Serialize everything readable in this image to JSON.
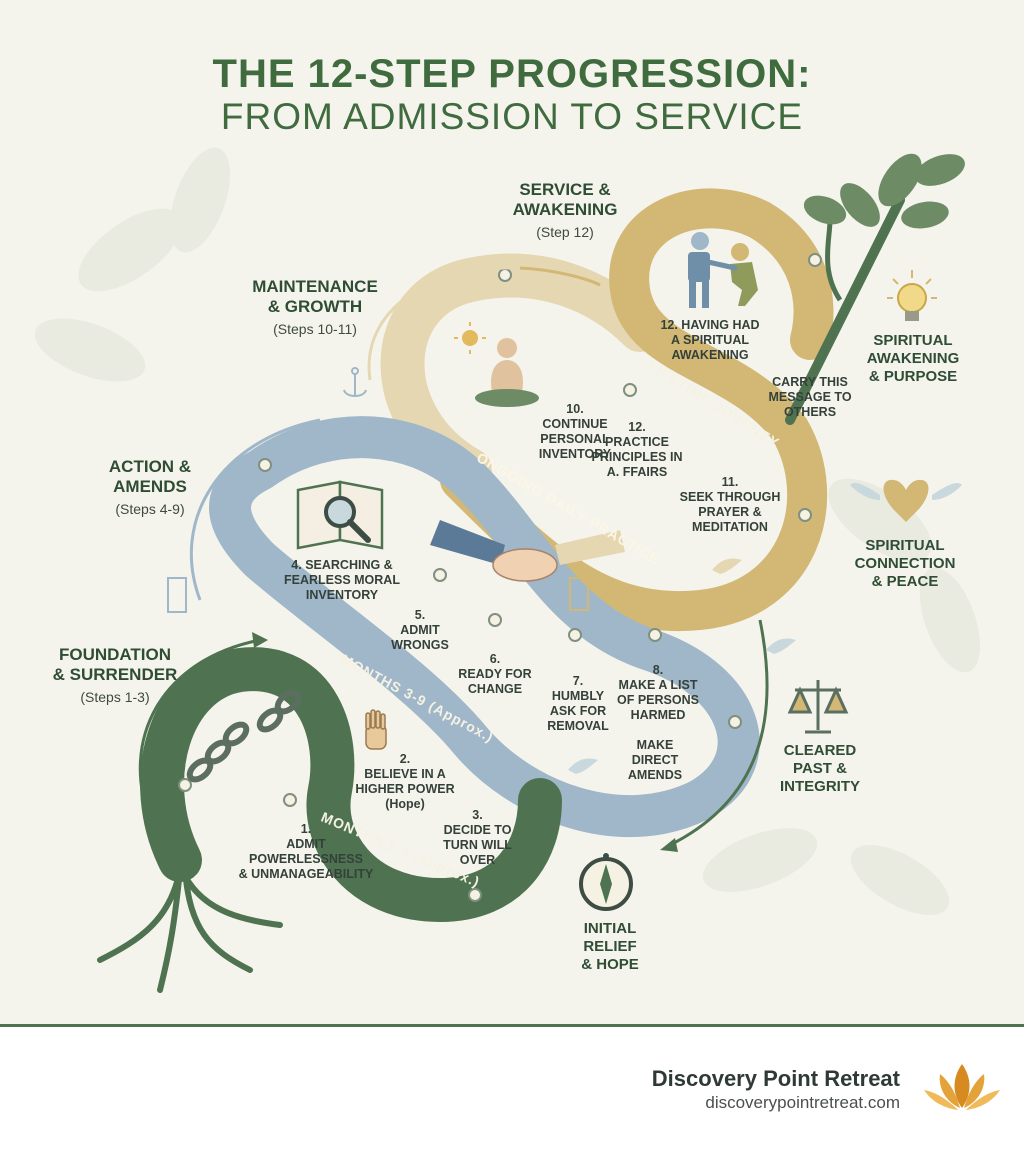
{
  "title": {
    "line1": "THE 12-STEP PROGRESSION:",
    "line2": "FROM ADMISSION TO SERVICE"
  },
  "stages": {
    "foundation": {
      "name_line1": "FOUNDATION",
      "name_line2": "& SURRENDER",
      "steps": "(Steps 1-3)"
    },
    "action": {
      "name_line1": "ACTION &",
      "name_line2": "AMENDS",
      "steps": "(Steps 4-9)"
    },
    "maintenance": {
      "name_line1": "MAINTENANCE",
      "name_line2": "& GROWTH",
      "steps": "(Steps 10-11)"
    },
    "service": {
      "name_line1": "SERVICE &",
      "name_line2": "AWAKENING",
      "steps": "(Step 12)"
    }
  },
  "steps": {
    "s1": {
      "num": "1.",
      "line1": "ADMIT",
      "line2": "POWERLESSNESS",
      "line3": "& UNMANAGEABILITY"
    },
    "s2": {
      "num": "2.",
      "line1": "BELIEVE IN A",
      "line2": "HIGHER POWER",
      "line3": "(Hope)"
    },
    "s3": {
      "num": "3.",
      "line1": "DECIDE TO",
      "line2": "TURN WILL",
      "line3": "OVER"
    },
    "s4": {
      "line1": "4.  SEARCHING &",
      "line2": "FEARLESS MORAL",
      "line3": "INVENTORY"
    },
    "s5": {
      "num": "5.",
      "line1": "ADMIT",
      "line2": "WRONGS"
    },
    "s6": {
      "num": "6.",
      "line1": "READY FOR",
      "line2": "CHANGE"
    },
    "s7": {
      "num": "7.",
      "line1": "HUMBLY",
      "line2": "ASK FOR",
      "line3": "REMOVAL"
    },
    "s8": {
      "num": "8.",
      "line1": "MAKE A LIST",
      "line2": "OF PERSONS",
      "line3": "HARMED"
    },
    "s9": {
      "line1": "MAKE",
      "line2": "DIRECT",
      "line3": "AMENDS"
    },
    "s10": {
      "num": "10.",
      "line1": "CONTINUE",
      "line2": "PERSONAL",
      "line3": "INVENTORY"
    },
    "s11": {
      "num": "11.",
      "line1": "SEEK THROUGH",
      "line2": "PRAYER &",
      "line3": "MEDITATION"
    },
    "s12a": {
      "num": "12.",
      "line1": "PRACTICE",
      "line2": "PRINCIPLES IN",
      "line3": "A. FFAIRS"
    },
    "s12b": {
      "line1": "12. HAVING HAD",
      "line2": "A SPIRITUAL",
      "line3": "AWAKENING"
    },
    "carry": {
      "line1": "CARRY THIS",
      "line2": "MESSAGE TO",
      "line3": "OTHERS"
    }
  },
  "bands": {
    "green": "MONTHS 1-3 (Approx.)",
    "blue": "MONTHS 3-9 (Approx.)",
    "tan": "ONGOING DAILY PRACTICE",
    "gold": "LIFETIME JOURNEY"
  },
  "outcomes": {
    "relief": {
      "line1": "INITIAL",
      "line2": "RELIEF",
      "line3": "& HOPE"
    },
    "integrity": {
      "line1": "CLEARED",
      "line2": "PAST &",
      "line3": "INTEGRITY"
    },
    "connection": {
      "line1": "SPIRITUAL",
      "line2": "CONNECTION",
      "line3": "& PEACE"
    },
    "purpose": {
      "line1": "SPIRITUAL",
      "line2": "AWAKENING",
      "line3": "& PURPOSE"
    }
  },
  "icons": [
    "broken-chain-icon",
    "raised-hand-icon",
    "book-magnifier-icon",
    "handshake-icon",
    "meditation-icon",
    "sun-icon",
    "moon-icon",
    "helping-hand-icon",
    "tree-icon",
    "lightbulb-icon",
    "winged-heart-icon",
    "scales-icon",
    "compass-icon",
    "anchor-icon",
    "door-icon",
    "dove-icon",
    "lotus-logo-icon"
  ],
  "colors": {
    "green": "#4f7350",
    "blue": "#9fb7c8",
    "tan": "#e6d7b3",
    "gold": "#d2b874",
    "title": "#3f6b3f"
  },
  "footer": {
    "brand": "Discovery Point Retreat",
    "url": "discoverypointretreat.com"
  }
}
